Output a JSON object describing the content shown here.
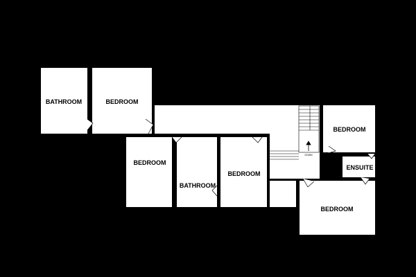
{
  "rooms": {
    "bathroom_top": "BATHROOM",
    "bedroom_top": "BEDROOM",
    "bedroom_left": "BEDROOM",
    "bathroom_mid": "BATHROOM",
    "bedroom_mid": "BEDROOM",
    "bedroom_right_top": "BEDROOM",
    "ensuite": "ENSUITE",
    "bedroom_right_bottom": "BEDROOM"
  },
  "stairs": {
    "label": "DOWN"
  },
  "colors": {
    "background": "#000000",
    "floor": "#ffffff",
    "wall": "#000000"
  }
}
